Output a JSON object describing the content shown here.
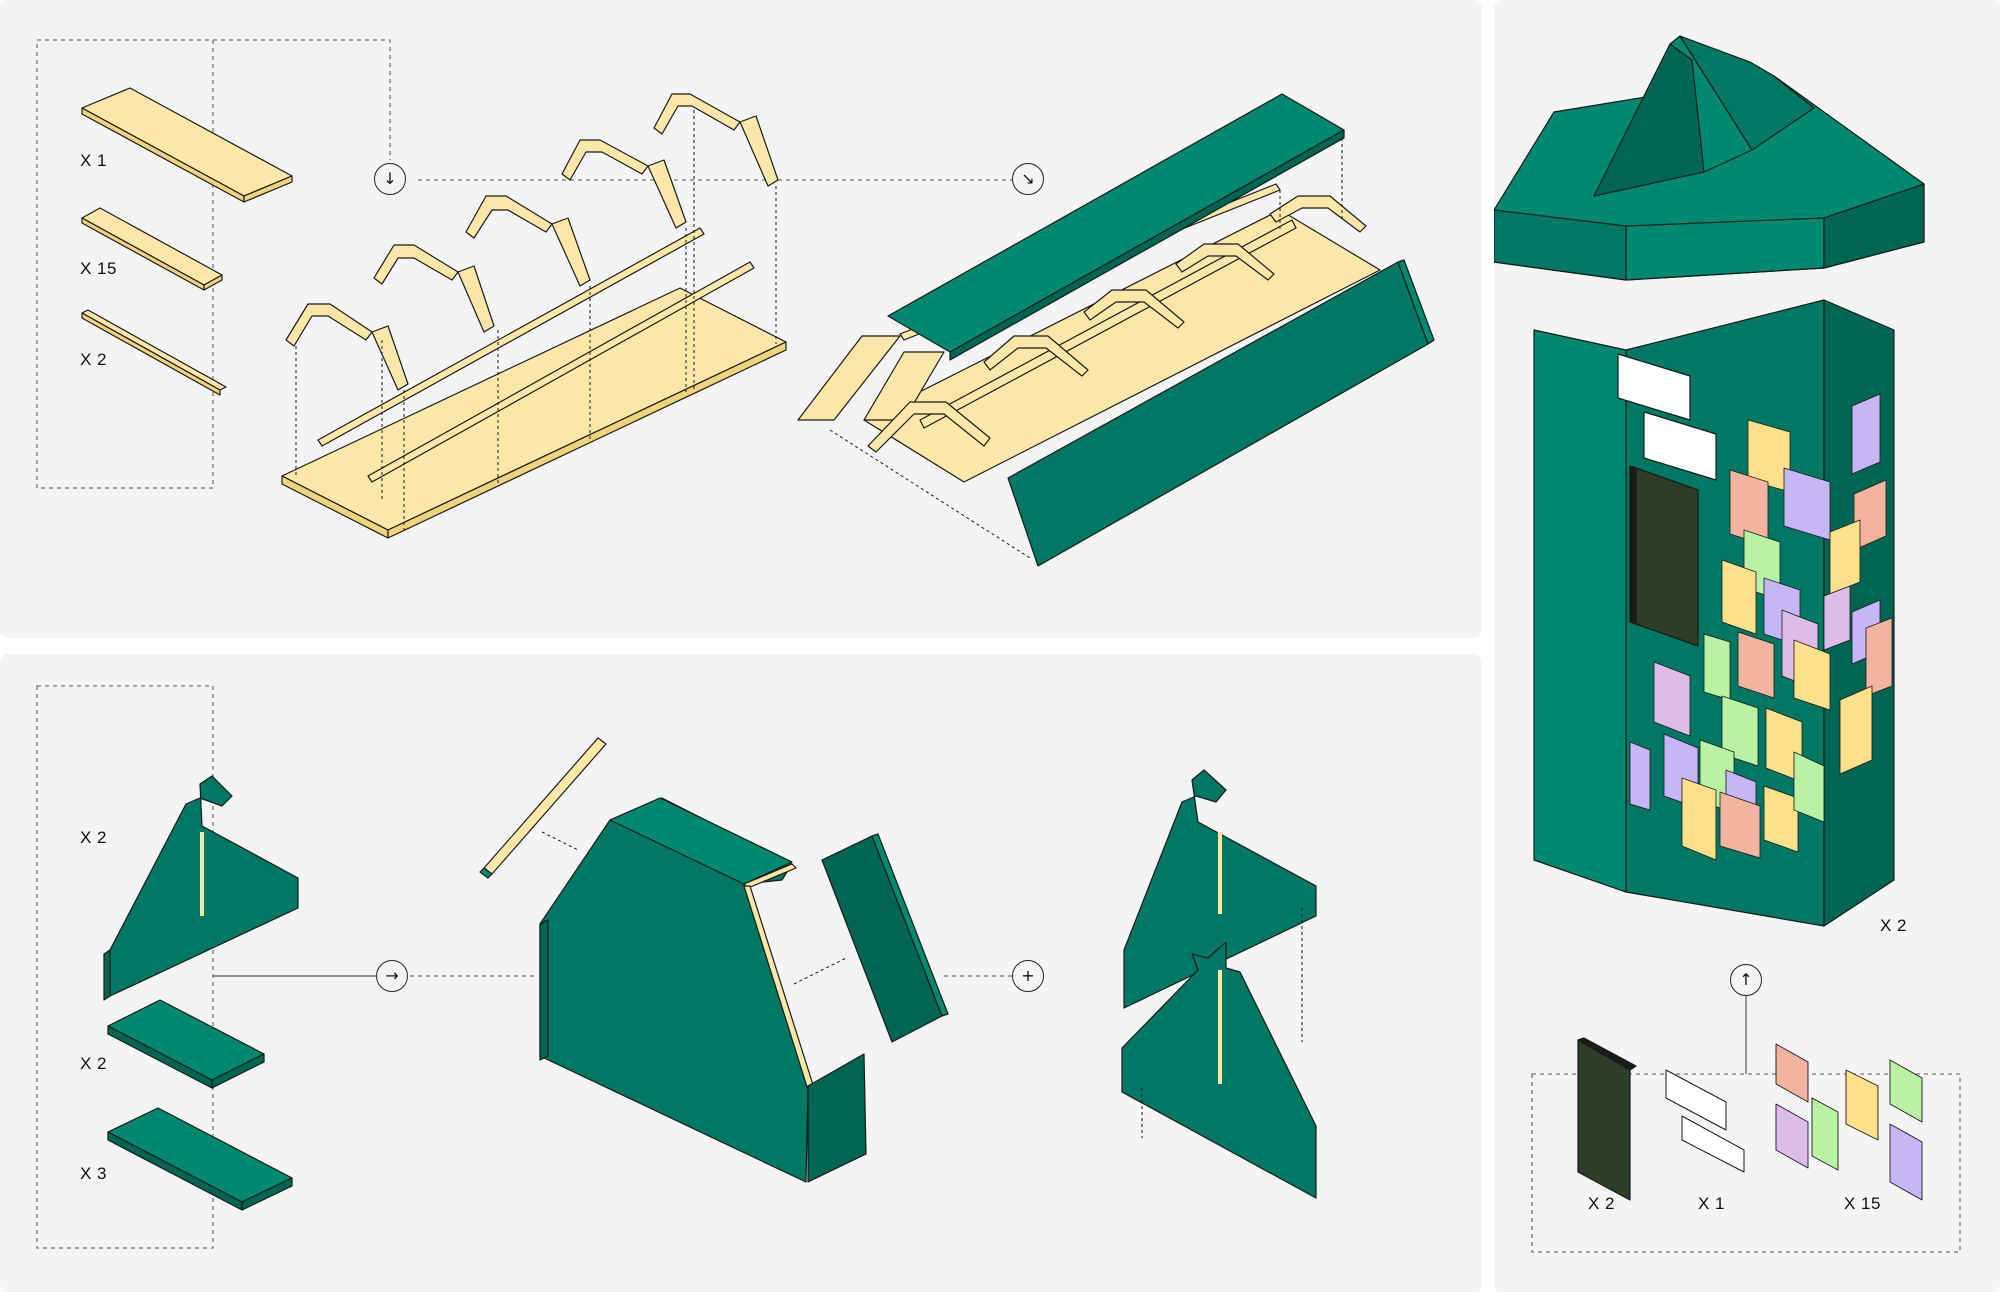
{
  "colors": {
    "panel_bg": "#f4f4f4",
    "plywood": "#fbe8a8",
    "plywood_edge": "#efd47c",
    "green_top": "#00896f",
    "green_face": "#007864",
    "green_dark": "#006654",
    "outline": "#1a1a1a",
    "board": "#2e3d27",
    "card_orange": "#f2b3a0",
    "card_yellow": "#fde08a",
    "card_green": "#b9f2a2",
    "card_purple": "#c6b6f5",
    "card_pink": "#dcbde8"
  },
  "top_panel": {
    "parts": [
      {
        "qty": "X 1",
        "icon": "floor-plank-icon"
      },
      {
        "qty": "X 15",
        "icon": "rafter-plank-icon"
      },
      {
        "qty": "X 2",
        "icon": "batten-icon"
      }
    ],
    "arrows": [
      {
        "glyph": "↓",
        "icon": "arrow-down-icon"
      },
      {
        "glyph": "↘",
        "icon": "arrow-down-right-icon"
      }
    ]
  },
  "bottom_panel": {
    "parts": [
      {
        "qty": "X 2",
        "icon": "gable-panel-icon"
      },
      {
        "qty": "X 2",
        "icon": "wide-plate-icon"
      },
      {
        "qty": "X 3",
        "icon": "long-plate-icon"
      }
    ],
    "arrows": [
      {
        "glyph": "→",
        "icon": "arrow-right-icon"
      },
      {
        "glyph": "+",
        "icon": "plus-icon"
      }
    ]
  },
  "right_panel": {
    "kiosk_qty": "X 2",
    "arrow": {
      "glyph": "↑",
      "icon": "arrow-up-icon"
    },
    "parts": [
      {
        "qty": "X 2",
        "icon": "chalkboard-icon"
      },
      {
        "qty": "X 1",
        "icon": "sign-plates-icon"
      },
      {
        "qty": "X 15",
        "icon": "poster-cards-icon"
      }
    ]
  }
}
